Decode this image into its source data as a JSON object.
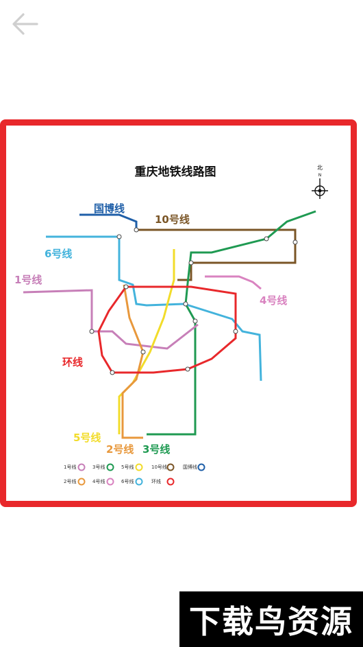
{
  "nav": {
    "back_icon": "arrow-left-icon"
  },
  "map": {
    "title": "重庆地铁线路图",
    "compass_label": "北",
    "compass_sub": "N",
    "colors": {
      "frame": "#e8282b",
      "line1": "#c77fb8",
      "line2": "#e8983c",
      "line3": "#1f9a52",
      "line4": "#d983c0",
      "line5": "#f2dc2a",
      "line6": "#43b3dc",
      "line10": "#7a5526",
      "guobo": "#1f5fa8",
      "loop": "#e8282b"
    },
    "line_labels": {
      "guobo": "国博线",
      "line10": "10号线",
      "line6": "6号线",
      "line1": "1号线",
      "line4": "4号线",
      "loop": "环线",
      "line5": "5号线",
      "line2": "2号线",
      "line3": "3号线"
    },
    "legend": [
      {
        "label": "1号线",
        "color": "#c77fb8"
      },
      {
        "label": "3号线",
        "color": "#1f9a52"
      },
      {
        "label": "5号线",
        "color": "#f2dc2a"
      },
      {
        "label": "10号线",
        "color": "#7a5526"
      },
      {
        "label": "国博线",
        "color": "#1f5fa8"
      },
      {
        "label": "2号线",
        "color": "#e8983c"
      },
      {
        "label": "4号线",
        "color": "#d983c0"
      },
      {
        "label": "6号线",
        "color": "#43b3dc"
      },
      {
        "label": "环线",
        "color": "#e8282b"
      }
    ]
  },
  "watermark": {
    "text": "下载鸟资源"
  }
}
